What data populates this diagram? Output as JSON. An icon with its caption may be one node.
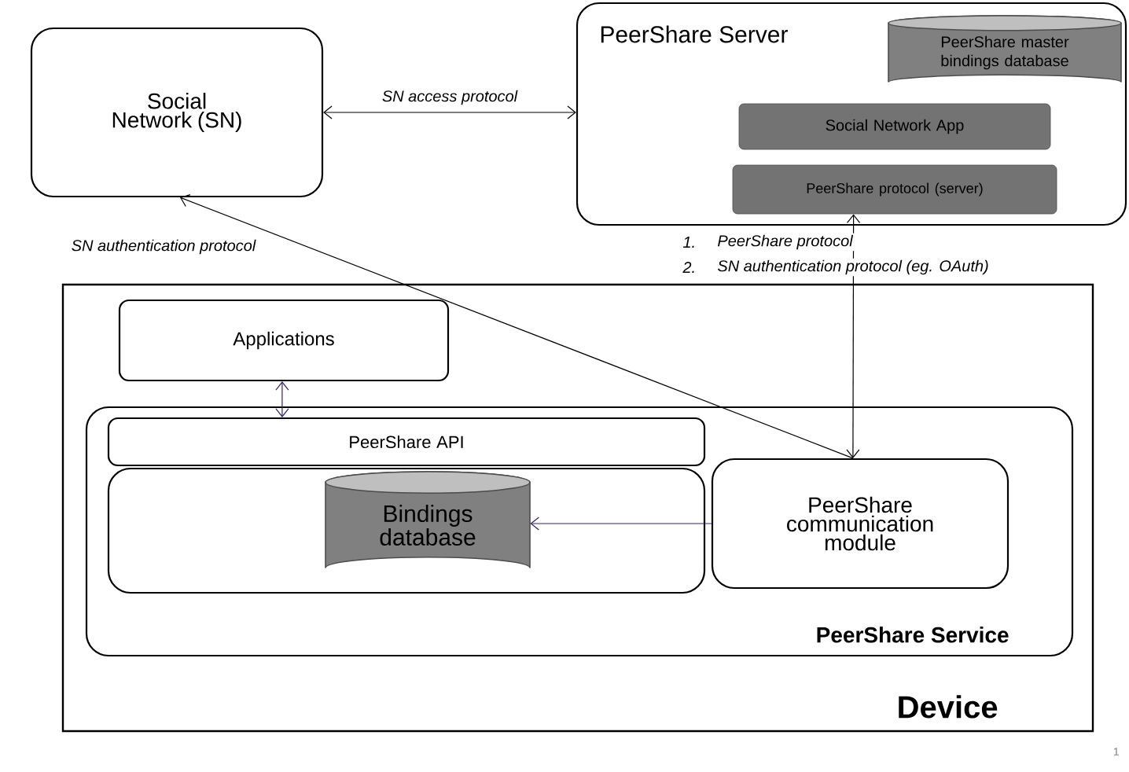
{
  "diagram": {
    "nodes": [
      {
        "text": [
          "Social Network (SN)"
        ]
      },
      {
        "text": [
          "PeerShare Server"
        ]
      },
      {
        "text": [
          "PeerShare master bindings database"
        ],
        "in": 1
      },
      {
        "text": [
          "Social Network App"
        ],
        "in": 1
      },
      {
        "text": [
          "PeerShare protocol (server)"
        ],
        "in": 1
      },
      {
        "text": [
          "Device"
        ]
      },
      {
        "text": [
          "Applications"
        ],
        "in": 5
      },
      {
        "text": [
          "PeerShare Service"
        ],
        "in": 5
      },
      {
        "text": [
          "PeerShare API"
        ],
        "in": 7
      },
      {
        "text": [],
        "shape": "box",
        "in": 7
      },
      {
        "text": [
          "Bindings database"
        ],
        "in": 9
      },
      {
        "text": [
          "PeerShare communication module"
        ],
        "in": 7
      }
    ],
    "edges": [
      {
        "from": 0,
        "to": 1,
        "arrow": "both",
        "label": "SN access protocol"
      },
      {
        "from": 11,
        "to": 0,
        "arrow": "to",
        "label": "SN authentication protocol"
      },
      {
        "from": 4,
        "to": 11,
        "arrow": "both"
      },
      {
        "from": 6,
        "to": 8,
        "arrow": "both",
        "color": "#3b1f6b"
      },
      {
        "from": 11,
        "to": 10,
        "arrow": "to",
        "color": "#3b1f6b"
      }
    ],
    "labels": [
      "1.",
      "PeerShare protocol",
      "2.",
      "SN authentication protocol (eg. OAuth)",
      "1"
    ]
  }
}
